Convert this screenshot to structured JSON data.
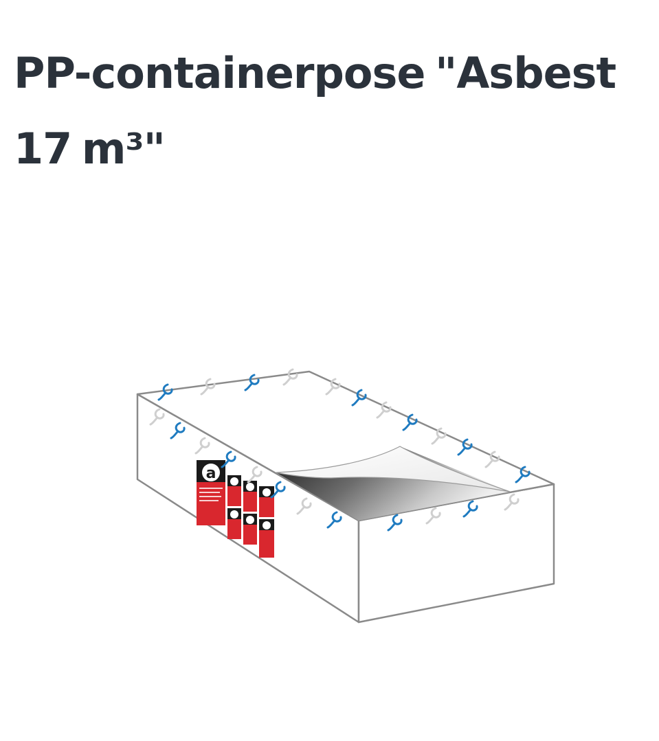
{
  "product": {
    "title": "PP-containerpose \"Asbest 17 m³\"",
    "image_alt": "PP-containerpose Asbest 17 m³",
    "label_letter": "a",
    "colors": {
      "title": "#2b323b",
      "bag_outline": "#8a8a8a",
      "label_red": "#d9272e",
      "hook_blue": "#1f7bc0",
      "hook_white": "#d0d0d0"
    }
  }
}
